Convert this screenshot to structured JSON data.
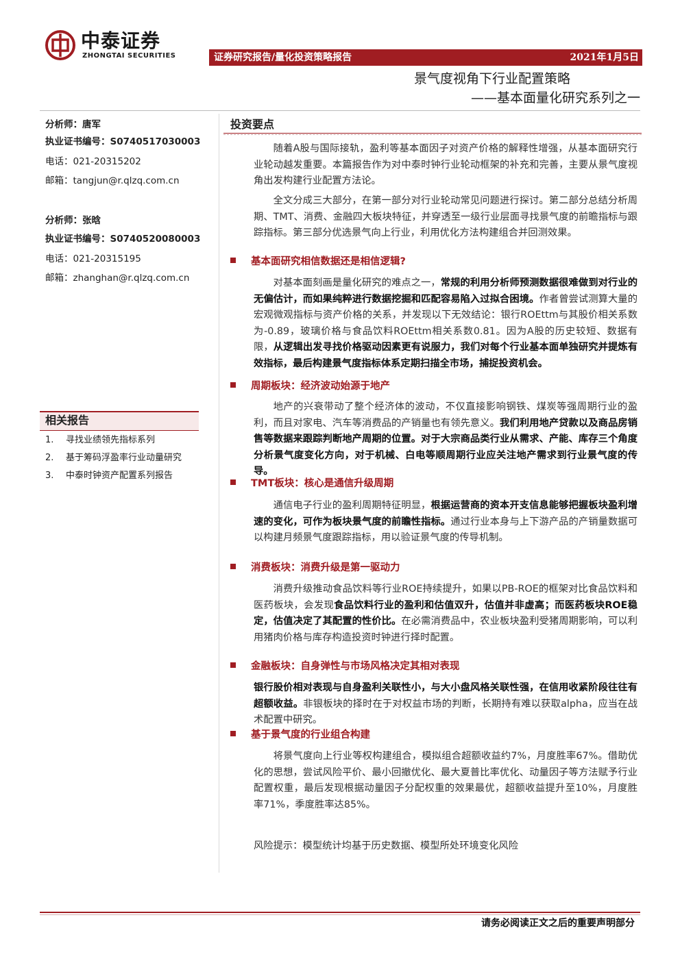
{
  "brand": {
    "name_cn": "中泰证券",
    "name_en": "ZHONGTAI SECURITIES",
    "colors": {
      "accent": "#a01d22",
      "band_bg": "#f7e9e9"
    }
  },
  "header": {
    "category": "证券研究报告/量化投资策略报告",
    "date": "2021年1月5日",
    "title": "景气度视角下行业配置策略",
    "subtitle": "——基本面量化研究系列之一"
  },
  "analysts": [
    {
      "name_label": "分析师：",
      "name": "唐军",
      "cert_label": "执业证书编号：",
      "cert": "S0740517030003",
      "phone_label": "电话：",
      "phone": "021-20315202",
      "email_label": "邮箱：",
      "email": "tangjun@r.qlzq.com.cn"
    },
    {
      "name_label": "分析师：",
      "name": "张晗",
      "cert_label": "执业证书编号：",
      "cert": "S0740520080003",
      "phone_label": "电话：",
      "phone": "021-20315195",
      "email_label": "邮箱：",
      "email": "zhanghan@r.qlzq.com.cn"
    }
  ],
  "related": {
    "title": "相关报告",
    "items": [
      {
        "num": "1.",
        "text": "寻找业绩领先指标系列"
      },
      {
        "num": "2.",
        "text": "基于筹码浮盈率行业动量研究"
      },
      {
        "num": "3.",
        "text": "中泰时钟资产配置系列报告"
      }
    ]
  },
  "key_points": {
    "title": "投资要点",
    "intro": [
      "随着A股与国际接轨，盈利等基本面因子对资产价格的解释性增强，从基本面研究行业轮动越发重要。本篇报告作为对中泰时钟行业轮动框架的补充和完善，主要从景气度视角出发构建行业配置方法论。",
      "全文分成三大部分，在第一部分对行业轮动常见问题进行探讨。第二部分总结分析周期、TMT、消费、金融四大板块特征，并穿透至一级行业层面寻找景气度的前瞻指标与跟踪指标。第三部分优选景气向上行业，利用优化方法构建组合并回测效果。"
    ],
    "sections": [
      {
        "heading": "基本面研究相信数据还是相信逻辑?",
        "p1": "对基本面刻画是量化研究的难点之一，",
        "b1": "常规的利用分析师预测数据很难做到对行业的无偏估计，而如果纯粹进行数据挖掘和匹配容易陷入过拟合困境。",
        "p2": "作者曾尝试测算大量的宏观微观指标与资产价格的关系，并发现以下无效结论：银行ROEttm与其股价相关系数为-0.89，玻璃价格与食品饮料ROEttm相关系数0.81。因为A股的历史较短、数据有限，",
        "b2": "从逻辑出发寻找价格驱动因素更有说服力，我们对每个行业基本面单独研究并提炼有效指标，最后构建景气度指标体系定期扫描全市场，捕捉投资机会。",
        "p3": ""
      },
      {
        "heading": "周期板块：经济波动始源于地产",
        "p1": "地产的兴衰带动了整个经济体的波动，不仅直接影响钢铁、煤炭等强周期行业的盈利，而且对家电、汽车等消费品的产销量也有领先意义。",
        "b1": "我们利用地产贷款以及商品房销售等数据来跟踪判断地产周期的位置。对于大宗商品类行业从需求、产能、库存三个角度分析景气度变化方向，对于机械、白电等顺周期行业应关注地产需求到行业景气度的传导。",
        "p2": "",
        "b2": "",
        "p3": ""
      },
      {
        "heading": "TMT板块：核心是通信升级周期",
        "p1": "通信电子行业的盈利周期特征明显，",
        "b1": "根据运营商的资本开支信息能够把握板块盈利增速的变化，可作为板块景气度的前瞻性指标。",
        "p2": "通过行业本身与上下游产品的产销量数据可以构建月频景气度跟踪指标，用以验证景气度的传导机制。",
        "b2": "",
        "p3": ""
      },
      {
        "heading": "消费板块：消费升级是第一驱动力",
        "p1": "消费升级推动食品饮料等行业ROE持续提升，如果以PB-ROE的框架对比食品饮料和医药板块，会发现",
        "b1": "食品饮料行业的盈利和估值双升，估值并非虚高；而医药板块ROE稳定，估值决定了其配置的性价比。",
        "p2": "在必需消费品中，农业板块盈利受猪周期影响，可以利用猪肉价格与库存构造投资时钟进行择时配置。",
        "b2": "",
        "p3": ""
      },
      {
        "heading": "金融板块：自身弹性与市场风格决定其相对表现",
        "p1": "",
        "b1": "银行股价相对表现与自身盈利关联性小，与大小盘风格关联性强，在信用收紧阶段往往有超额收益。",
        "p2": "非银板块的择时在于对权益市场的判断，长期持有难以获取alpha，应当在战术配置中研究。",
        "b2": "",
        "p3": ""
      },
      {
        "heading": "基于景气度的行业组合构建",
        "p1": "将景气度向上行业等权构建组合，模拟组合超额收益约7%，月度胜率67%。借助优化的思想，尝试风险平价、最小回撤优化、最大夏普比率优化、动量因子等方法赋予行业配置权重，最后发现根据动量因子分配权重的效果最优，超额收益提升至10%，月度胜率71%，季度胜率达85%。",
        "b1": "",
        "p2": "",
        "b2": "",
        "p3": ""
      }
    ],
    "risk": "风险提示：模型统计均基于历史数据、模型所处环境变化风险"
  },
  "footer": {
    "notice": "请务必阅读正文之后的重要声明部分"
  }
}
